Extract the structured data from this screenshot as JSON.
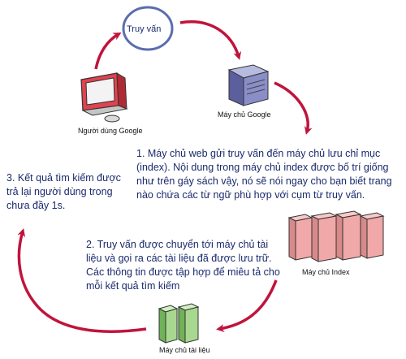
{
  "nodes": {
    "query": {
      "label": "Truy vấn"
    },
    "google_server": {
      "label": "Máy chủ Google"
    },
    "google_user": {
      "label": "Người dùng Google"
    },
    "index_servers": {
      "label": "Máy chủ Index"
    },
    "doc_servers": {
      "label": "Máy chủ tài liệu"
    }
  },
  "steps": {
    "step1": "1. Máy chủ web gửi truy vấn đến máy chủ lưu chỉ mục (index). Nội dung trong máy chủ index được bố trí giống như trên gáy sách vậy, nó sẽ nói ngay cho bạn biết trang nào chứa các từ ngữ phù hợp với cụm từ  truy vấn.",
    "step2": "2. Truy vấn được chuyển tới máy chủ tài liệu và gọi ra các tài liệu đã được lưu trữ. Các thông tin được tập hợp để miêu tả cho mỗi kết quả tìm kiếm",
    "step3": "3. Kết quả tìm kiếm được trả lại người dùng trong chưa đầy 1s."
  },
  "colors": {
    "text": "#1a2a6c",
    "arrow": "#c0143c",
    "query_circle": "#5a6db0",
    "server_blue": "#7b7fb8",
    "server_pink": "#f0a8a8",
    "server_green": "#a8d890",
    "computer_red": "#e0434f"
  },
  "icons": [
    "query-circle-icon",
    "server-icon",
    "computer-icon",
    "server-rack-icon",
    "document-server-icon",
    "arrow-icon"
  ]
}
